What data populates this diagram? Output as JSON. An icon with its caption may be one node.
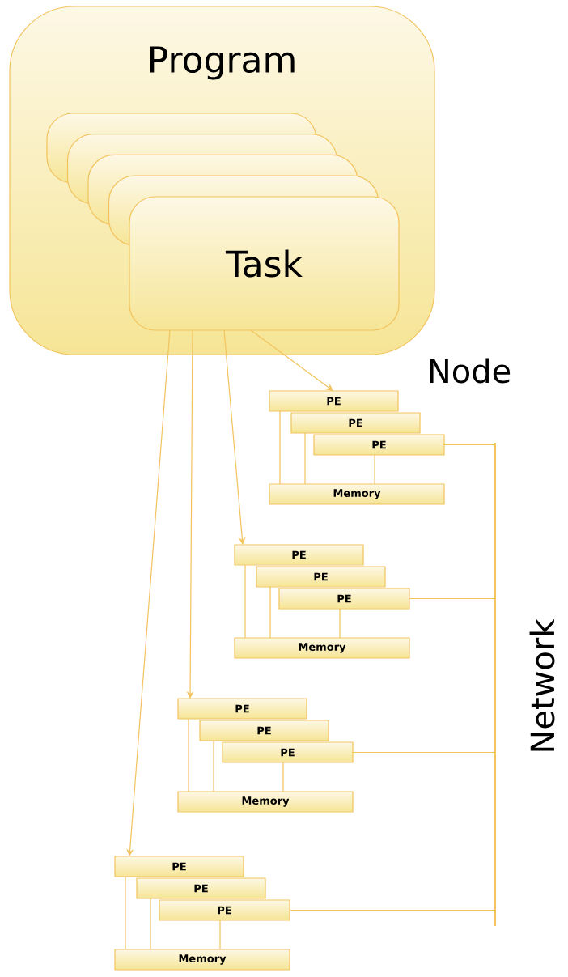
{
  "diagram": {
    "nodes": [
      {
        "text": [
          "Program"
        ]
      },
      {
        "text": [],
        "shape": "box",
        "in": 0
      },
      {
        "text": [],
        "shape": "box",
        "in": 0
      },
      {
        "text": [],
        "shape": "box",
        "in": 0
      },
      {
        "text": [],
        "shape": "box",
        "in": 0
      },
      {
        "text": [
          "Task"
        ],
        "in": 0
      },
      {
        "text": [
          "PE"
        ]
      },
      {
        "text": [
          "PE"
        ]
      },
      {
        "text": [
          "PE"
        ]
      },
      {
        "text": [
          "Memory"
        ]
      },
      {
        "text": [
          "PE"
        ]
      },
      {
        "text": [
          "PE"
        ]
      },
      {
        "text": [
          "PE"
        ]
      },
      {
        "text": [
          "Memory"
        ]
      },
      {
        "text": [
          "PE"
        ]
      },
      {
        "text": [
          "PE"
        ]
      },
      {
        "text": [
          "PE"
        ]
      },
      {
        "text": [
          "Memory"
        ]
      },
      {
        "text": [
          "PE"
        ]
      },
      {
        "text": [
          "PE"
        ]
      },
      {
        "text": [
          "PE"
        ]
      },
      {
        "text": [
          "Memory"
        ]
      },
      {
        "text": [],
        "shape": "bar",
        "beside": [
          "Network"
        ]
      }
    ],
    "edges": [
      {
        "from": 5,
        "to": 6,
        "arrow": "to"
      },
      {
        "from": 5,
        "to": 10,
        "arrow": "to"
      },
      {
        "from": 5,
        "to": 14,
        "arrow": "to"
      },
      {
        "from": 5,
        "to": 18,
        "arrow": "to"
      },
      {
        "from": 6,
        "to": 9,
        "arrow": "none"
      },
      {
        "from": 7,
        "to": 9,
        "arrow": "none"
      },
      {
        "from": 8,
        "to": 9,
        "arrow": "none"
      },
      {
        "from": 10,
        "to": 13,
        "arrow": "none"
      },
      {
        "from": 11,
        "to": 13,
        "arrow": "none"
      },
      {
        "from": 12,
        "to": 13,
        "arrow": "none"
      },
      {
        "from": 14,
        "to": 17,
        "arrow": "none"
      },
      {
        "from": 15,
        "to": 17,
        "arrow": "none"
      },
      {
        "from": 16,
        "to": 17,
        "arrow": "none"
      },
      {
        "from": 18,
        "to": 21,
        "arrow": "none"
      },
      {
        "from": 19,
        "to": 21,
        "arrow": "none"
      },
      {
        "from": 20,
        "to": 21,
        "arrow": "none"
      },
      {
        "from": 8,
        "to": 22,
        "arrow": "none"
      },
      {
        "from": 12,
        "to": 22,
        "arrow": "none"
      },
      {
        "from": 16,
        "to": 22,
        "arrow": "none"
      },
      {
        "from": 20,
        "to": 22,
        "arrow": "none"
      }
    ],
    "labels": [
      "Node"
    ]
  }
}
